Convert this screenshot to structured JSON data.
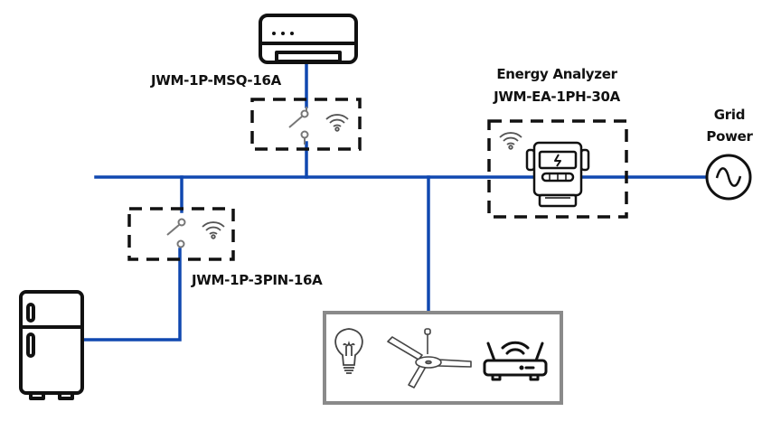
{
  "diagram": {
    "title": "Smart home energy monitoring wiring diagram",
    "colors": {
      "wire": "#1048b0",
      "outline": "#111111",
      "switch": "#777777",
      "load_box": "#8a8a8a"
    },
    "labels": {
      "ac_switch": "JWM-1P-MSQ-16A",
      "fridge_switch": "JWM-1P-3PIN-16A",
      "analyzer_line1": "Energy Analyzer",
      "analyzer_line2": "JWM-EA-1PH-30A",
      "grid_line1": "Grid",
      "grid_line2": "Power"
    },
    "nodes": [
      {
        "id": "air-conditioner",
        "icon": "air-conditioner-icon"
      },
      {
        "id": "smart-switch-ac",
        "icon": "switch-icon",
        "wireless": true,
        "model": "JWM-1P-MSQ-16A"
      },
      {
        "id": "smart-switch-fridge",
        "icon": "switch-icon",
        "wireless": true,
        "model": "JWM-1P-3PIN-16A"
      },
      {
        "id": "refrigerator",
        "icon": "refrigerator-icon"
      },
      {
        "id": "energy-analyzer",
        "icon": "energy-meter-icon",
        "wireless": true,
        "model": "JWM-EA-1PH-30A"
      },
      {
        "id": "grid-power",
        "icon": "ac-source-icon"
      },
      {
        "id": "general-loads",
        "items": [
          "light-bulb-icon",
          "ceiling-fan-icon",
          "wifi-router-icon"
        ]
      }
    ]
  }
}
